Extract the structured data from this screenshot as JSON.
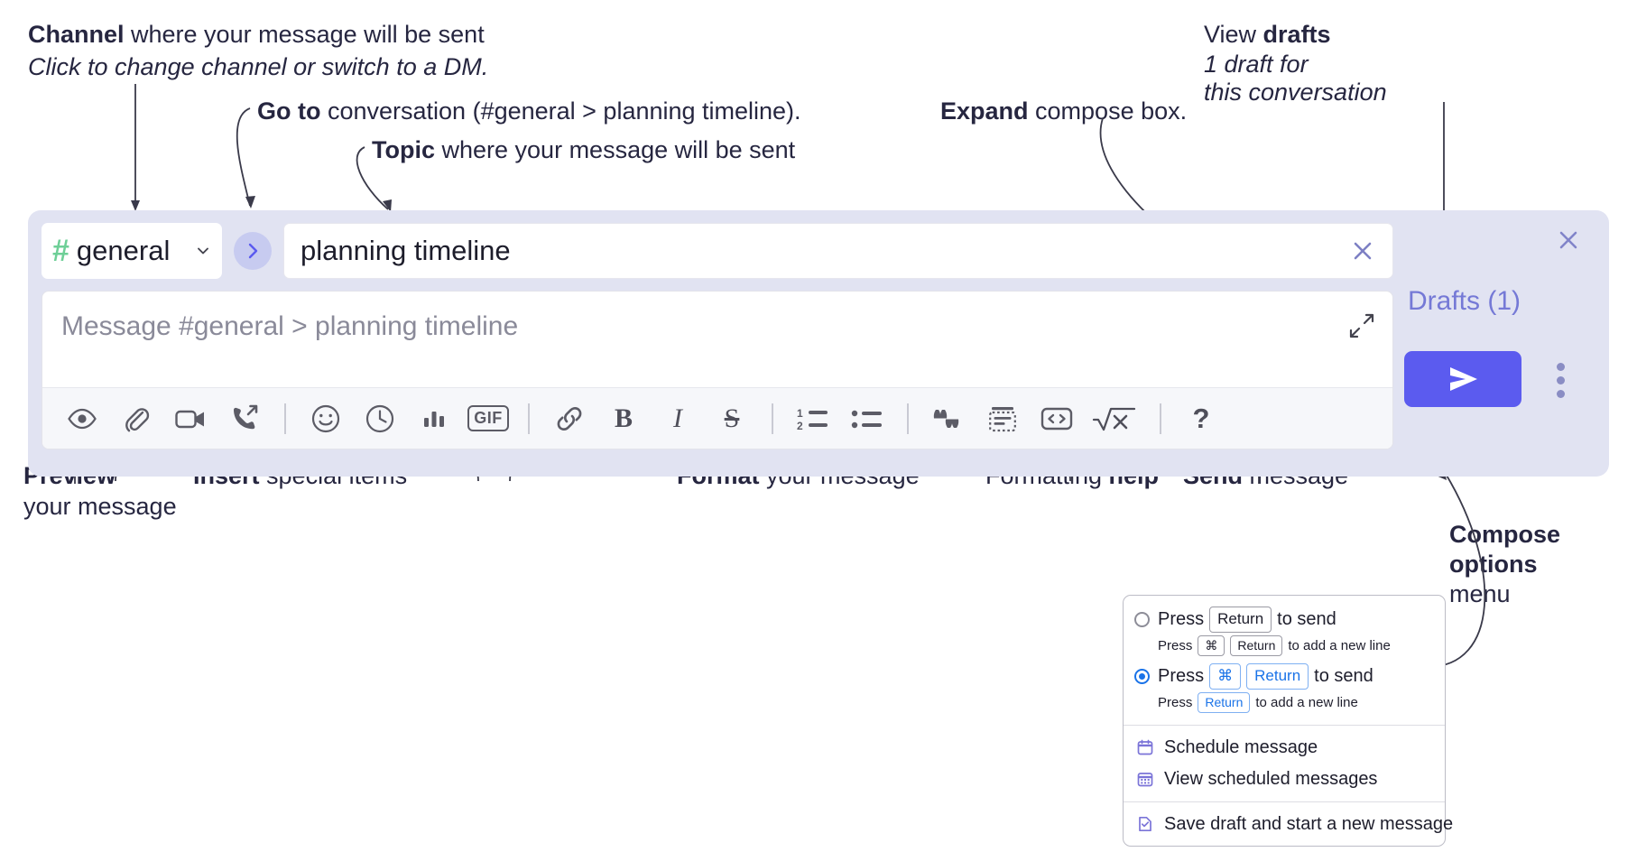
{
  "annotations": {
    "channel": {
      "bold": "Channel",
      "rest": " where your message will be sent",
      "italic": "Click to change channel or switch to a DM."
    },
    "goto": {
      "bold": "Go to",
      "rest": " conversation (#general > planning timeline)."
    },
    "topic": {
      "bold": "Topic",
      "rest": " where your message will be sent"
    },
    "expand": {
      "bold": "Expand",
      "rest": " compose box."
    },
    "drafts": {
      "normal": "View ",
      "bold": "drafts",
      "italic1": "1 draft for",
      "italic2": "this conversation"
    },
    "preview": {
      "bold": "Preview",
      "line2": "your message"
    },
    "insert": {
      "bold": "Insert",
      "rest": " special items"
    },
    "format": {
      "bold": "Format",
      "rest": " your message"
    },
    "help": {
      "normal": "Formatting ",
      "bold": "help"
    },
    "send": {
      "bold": "Send",
      "rest": " message"
    },
    "compose_options": {
      "bold1": "Compose",
      "bold2": "options",
      "normal": "menu"
    }
  },
  "compose": {
    "channel": {
      "name": "general",
      "hash": "#",
      "hash_color": "#6ecf97",
      "chevron_icon": "chevron-down-icon"
    },
    "goto_icon": "chevron-right-icon",
    "topic": {
      "value": "planning timeline",
      "clear_icon": "close-icon"
    },
    "message": {
      "placeholder": "Message #general > planning timeline",
      "value": ""
    },
    "expand_icon": "expand-icon",
    "toolbar": [
      {
        "name": "preview-icon",
        "label": "Preview"
      },
      {
        "name": "attachment-icon",
        "label": "Attach file"
      },
      {
        "name": "video-icon",
        "label": "Record video clip"
      },
      {
        "name": "huddle-icon",
        "label": "Huddle"
      },
      {
        "name": "separator",
        "label": ""
      },
      {
        "name": "emoji-icon",
        "label": "Emoji"
      },
      {
        "name": "clock-icon",
        "label": "Reminder"
      },
      {
        "name": "poll-icon",
        "label": "Poll"
      },
      {
        "name": "gif-icon",
        "label": "GIF"
      },
      {
        "name": "separator",
        "label": ""
      },
      {
        "name": "link-icon",
        "label": "Link"
      },
      {
        "name": "bold-icon",
        "label": "B"
      },
      {
        "name": "italic-icon",
        "label": "I"
      },
      {
        "name": "strikethrough-icon",
        "label": "S"
      },
      {
        "name": "separator",
        "label": ""
      },
      {
        "name": "ordered-list-icon",
        "label": "Ordered list"
      },
      {
        "name": "bulleted-list-icon",
        "label": "Bulleted list"
      },
      {
        "name": "separator",
        "label": ""
      },
      {
        "name": "blockquote-icon",
        "label": "Blockquote"
      },
      {
        "name": "code-block-icon",
        "label": "Code block"
      },
      {
        "name": "code-icon",
        "label": "Code"
      },
      {
        "name": "math-icon",
        "label": "Math"
      },
      {
        "name": "separator",
        "label": ""
      },
      {
        "name": "help-icon",
        "label": "?"
      }
    ],
    "gif_label": "GIF",
    "bold_label": "B",
    "italic_label": "I",
    "strike_label": "S",
    "help_label": "?",
    "drafts_label": "Drafts (1)",
    "send_icon": "send-icon",
    "send_color": "#5b5bef",
    "options_icon": "overflow-menu-icon",
    "panel_close_icon": "close-icon",
    "panel_color": "#e1e3f2"
  },
  "options_menu": {
    "radio_options": [
      {
        "selected": false,
        "press": "Press",
        "keys": [
          "Return"
        ],
        "action": "to send",
        "sub_press": "Press",
        "sub_keys": [
          "⌘",
          "Return"
        ],
        "sub_action": "to add a new line"
      },
      {
        "selected": true,
        "press": "Press",
        "keys": [
          "⌘",
          "Return"
        ],
        "action": "to send",
        "sub_press": "Press",
        "sub_keys": [
          "Return"
        ],
        "sub_action": "to add a new line"
      }
    ],
    "items": [
      {
        "icon": "calendar-schedule-icon",
        "label": "Schedule message"
      },
      {
        "icon": "calendar-grid-icon",
        "label": "View scheduled messages"
      },
      {
        "icon": "save-draft-icon",
        "label": "Save draft and start a new message"
      }
    ],
    "accent": "#1a73e8",
    "icon_color": "#7b74d8"
  }
}
